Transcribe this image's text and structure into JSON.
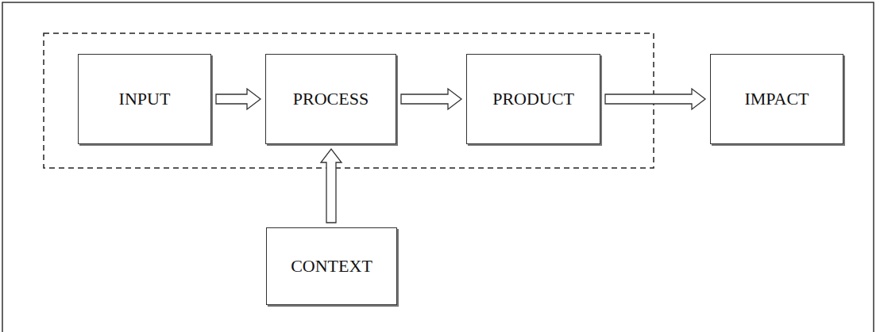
{
  "diagram": {
    "nodes": [
      {
        "text": [
          "INPUT"
        ]
      },
      {
        "text": [
          "PROCESS"
        ]
      },
      {
        "text": [
          "PRODUCT"
        ]
      },
      {
        "text": [
          "IMPACT"
        ]
      },
      {
        "text": [
          "CONTEXT"
        ]
      }
    ],
    "edges": [
      {
        "from": 0,
        "to": 1,
        "arrow": "to"
      },
      {
        "from": 1,
        "to": 2,
        "arrow": "to"
      },
      {
        "from": 2,
        "to": 3,
        "arrow": "to"
      },
      {
        "from": 4,
        "to": 1,
        "arrow": "to"
      }
    ]
  }
}
